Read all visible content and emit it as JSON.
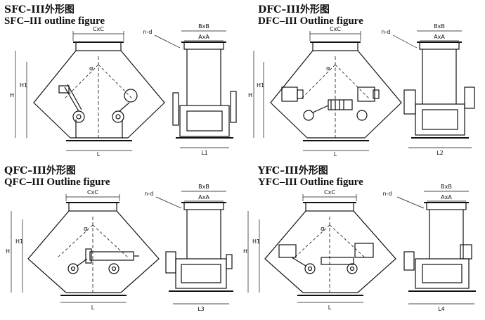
{
  "panels": [
    {
      "title_cn": "SFC–III外形图",
      "title_en": "SFC–III outline figure",
      "labels": {
        "cxc": "CxC",
        "bxb": "BxB",
        "axa": "AxA",
        "nd": "n-d",
        "alpha": "α",
        "h": "H",
        "h1": "H1",
        "l": "L",
        "lside": "L1"
      }
    },
    {
      "title_cn": "DFC–III外形图",
      "title_en": "DFC–III Outline figure",
      "labels": {
        "cxc": "CxC",
        "bxb": "BxB",
        "axa": "AxA",
        "nd": "n-d",
        "alpha": "α",
        "h": "H",
        "h1": "H1",
        "l": "L",
        "lside": "L2"
      }
    },
    {
      "title_cn": "QFC–III外形图",
      "title_en": "QFC–III Outline figure",
      "labels": {
        "cxc": "CxC",
        "bxb": "BxB",
        "axa": "AxA",
        "nd": "n-d",
        "alpha": "α",
        "h": "H",
        "h1": "H1",
        "l": "L",
        "lside": "L3"
      }
    },
    {
      "title_cn": "YFC–III外形图",
      "title_en": "YFC–III Outline figure",
      "labels": {
        "cxc": "CxC",
        "bxb": "BxB",
        "axa": "AxA",
        "nd": "n-d",
        "alpha": "α",
        "h": "H",
        "h1": "H1",
        "l": "L",
        "lside": "L4"
      }
    }
  ]
}
